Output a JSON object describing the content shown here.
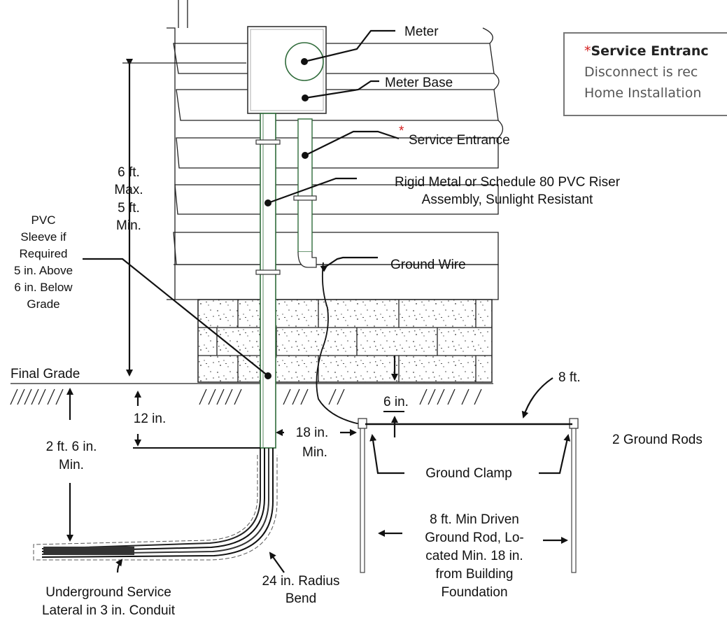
{
  "note": {
    "title": "Service Entranc",
    "line1": "Disconnect is rec",
    "line2": "Home Installation"
  },
  "labels": {
    "meter": "Meter",
    "meter_base": "Meter Base",
    "service_entrance": "Service Entrance",
    "riser_line1": "Rigid Metal or Schedule 80 PVC Riser",
    "riser_line2": "Assembly, Sunlight Resistant",
    "ground_wire": "Ground Wire",
    "height_l1": "6 ft.",
    "height_l2": "Max.",
    "height_l3": "5 ft.",
    "height_l4": "Min.",
    "pvc_l1": "PVC",
    "pvc_l2": "Sleeve if",
    "pvc_l3": "Required",
    "pvc_l4": "5 in. Above",
    "pvc_l5": "6 in. Below",
    "pvc_l6": "Grade",
    "final_grade": "Final Grade",
    "twelve_in": "12 in.",
    "depth_l1": "2 ft. 6 in.",
    "depth_l2": "Min.",
    "eighteen_l1": "18 in.",
    "eighteen_l2": "Min.",
    "six_in": "6 in.",
    "eight_ft": "8 ft.",
    "two_ground_rods": "2 Ground Rods",
    "ground_clamp": "Ground Clamp",
    "rod_l1": "8 ft. Min Driven",
    "rod_l2": "Ground Rod, Lo-",
    "rod_l3": "cated Min. 18 in.",
    "rod_l4": "from Building",
    "rod_l5": "Foundation",
    "radius_l1": "24 in. Radius",
    "radius_l2": "Bend",
    "lateral_l1": "Underground Service",
    "lateral_l2": "Lateral in 3 in. Conduit"
  },
  "colors": {
    "asterisk": "#d42020",
    "riser_green": "#2f6b3a",
    "line": "#111111"
  }
}
